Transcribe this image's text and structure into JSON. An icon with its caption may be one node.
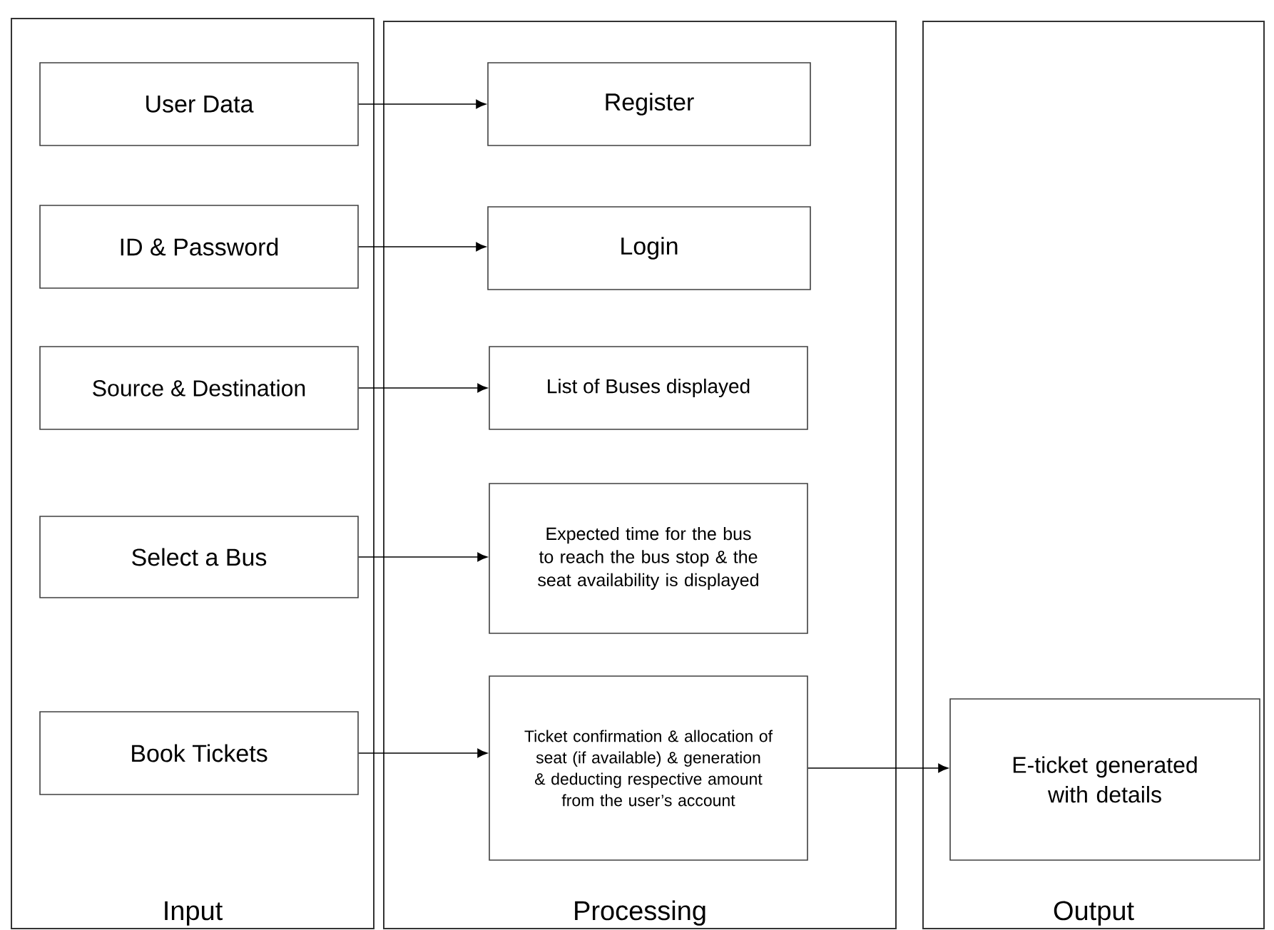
{
  "diagram": {
    "nodes": [
      {
        "text": [
          "Input"
        ]
      },
      {
        "text": [
          "User Data"
        ],
        "in": 0
      },
      {
        "text": [
          "ID & Password"
        ],
        "in": 0
      },
      {
        "text": [
          "Source & Destination"
        ],
        "in": 0
      },
      {
        "text": [
          "Select a Bus"
        ],
        "in": 0
      },
      {
        "text": [
          "Book Tickets"
        ],
        "in": 0
      },
      {
        "text": [
          "Processing"
        ]
      },
      {
        "text": [
          "Register"
        ],
        "in": 6
      },
      {
        "text": [
          "Login"
        ],
        "in": 6
      },
      {
        "text": [
          "List of Buses displayed"
        ],
        "in": 6
      },
      {
        "text": [
          "Expected time for the bus to reach the bus stop & the seat availability is displayed"
        ],
        "in": 6
      },
      {
        "text": [
          "Ticket confirmation & allocation of seat (if available) & generation & deducting respective amount from the user’s account"
        ],
        "in": 6
      },
      {
        "text": [
          "Output"
        ]
      },
      {
        "text": [
          "E-ticket generated with details"
        ],
        "in": 12
      }
    ],
    "edges": [
      {
        "from": 1,
        "to": 7,
        "arrow": "to"
      },
      {
        "from": 2,
        "to": 8,
        "arrow": "to"
      },
      {
        "from": 3,
        "to": 9,
        "arrow": "to"
      },
      {
        "from": 4,
        "to": 10,
        "arrow": "to"
      },
      {
        "from": 5,
        "to": 11,
        "arrow": "to"
      },
      {
        "from": 11,
        "to": 13,
        "arrow": "to"
      }
    ]
  }
}
